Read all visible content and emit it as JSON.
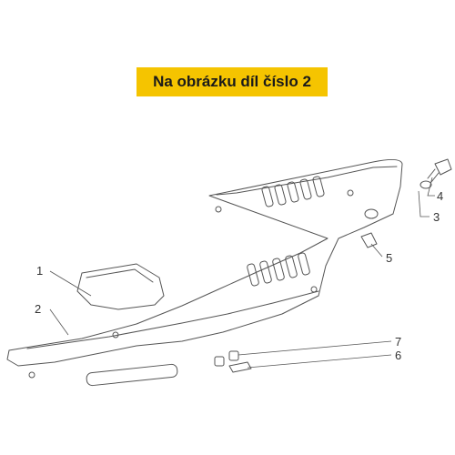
{
  "banner": {
    "text": "Na obrázku díl číslo 2",
    "background": "#f5c400"
  },
  "callouts": [
    {
      "id": "1",
      "label": "1"
    },
    {
      "id": "2",
      "label": "2"
    },
    {
      "id": "3",
      "label": "3"
    },
    {
      "id": "4",
      "label": "4"
    },
    {
      "id": "5",
      "label": "5"
    },
    {
      "id": "6",
      "label": "6"
    },
    {
      "id": "7",
      "label": "7"
    }
  ],
  "colors": {
    "line": "#555555",
    "text": "#333333"
  }
}
